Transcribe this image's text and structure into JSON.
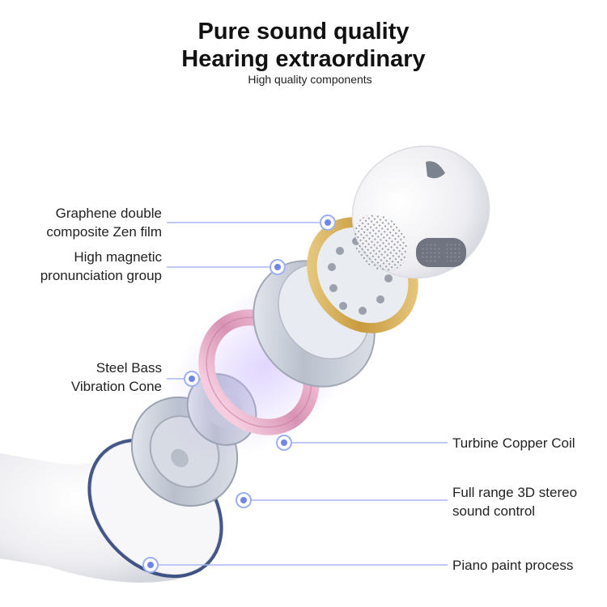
{
  "header": {
    "title_line1": "Pure sound quality",
    "title_line2": "Hearing extraordinary",
    "subtitle": "High quality components"
  },
  "callouts": {
    "graphene": {
      "line1": "Graphene double",
      "line2": "composite Zen film"
    },
    "magnetic": {
      "line1": "High magnetic",
      "line2": "pronunciation group"
    },
    "steel": {
      "line1": "Steel Bass",
      "line2": "Vibration Cone"
    },
    "coil": {
      "line1": "Turbine Copper Coil"
    },
    "stereo": {
      "line1": "Full range 3D stereo",
      "line2": "sound control"
    },
    "paint": {
      "line1": "Piano paint process"
    }
  },
  "colors": {
    "accent_line": "#aab8f0",
    "marker": "#6f86e8",
    "gold_ring": "#d8b460",
    "copper_coil": "#e4a8c4",
    "shell": "#f2f2f4",
    "dark_ring": "#233a72"
  }
}
